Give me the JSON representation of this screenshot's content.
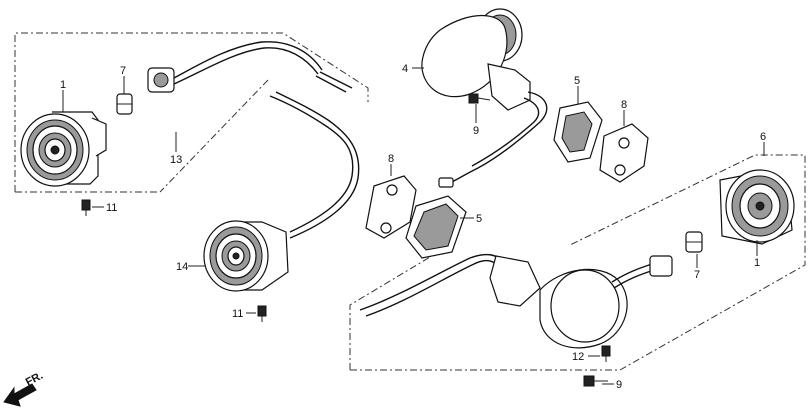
{
  "callouts": {
    "c1_top": "1",
    "c7_top": "7",
    "c13": "13",
    "c11_top": "11",
    "c14": "14",
    "c11_bottom": "11",
    "c4": "4",
    "c9_top": "9",
    "c8_center": "8",
    "c5_center": "5",
    "c5_right": "5",
    "c8_right": "8",
    "c6": "6",
    "c1_right": "1",
    "c7_right": "7",
    "c12": "12",
    "c9_bottom": "9"
  },
  "direction_label": "FR."
}
